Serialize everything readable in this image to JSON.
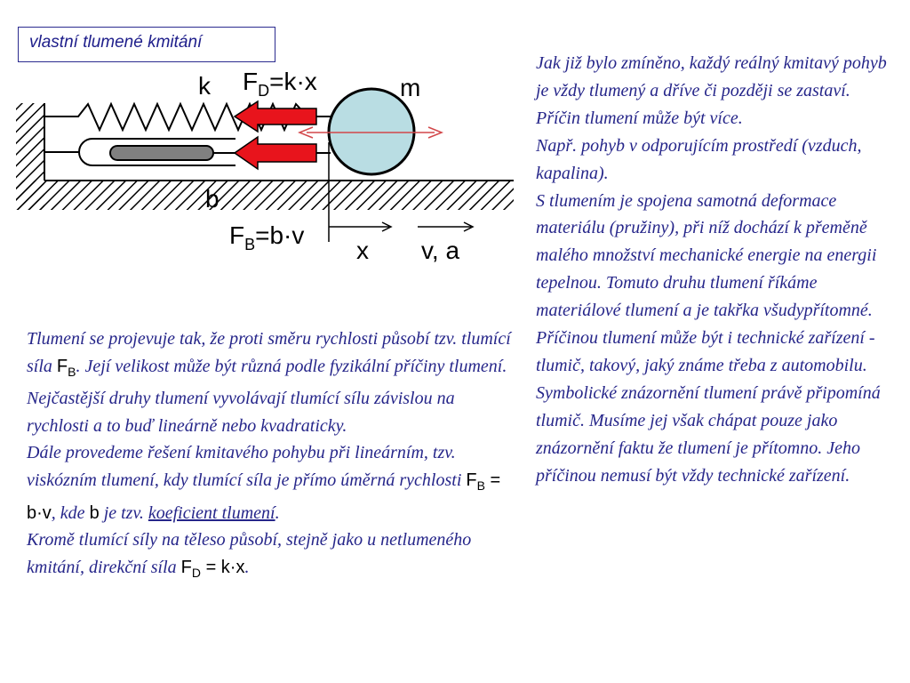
{
  "slide": {
    "title": "vlastní tlumené kmitání"
  },
  "diagram": {
    "label_k": "k",
    "label_m": "m",
    "label_b": "b",
    "label_x": "x",
    "label_va": "v, a",
    "fd_main": "F",
    "fd_sub": "D",
    "fd_rest": "=k·x",
    "fb_main": "F",
    "fb_sub": "B",
    "fb_rest": "=b·v",
    "colors": {
      "mass_fill": "#b9dde3",
      "arrow_red": "#e8141c",
      "motion_arrow": "#d2474a",
      "damper_rod": "#808080"
    }
  },
  "left_text": {
    "p1_a": "Tlumení se projevuje tak, že proti směru rychlosti působí tzv. tlumící síla ",
    "p1_f": "F",
    "p1_fsub": "B",
    "p1_b": ". Její velikost může být různá podle fyzikální příčiny tlumení. Nejčastější druhy tlumení vyvolávají tlumící sílu závislou na rychlosti a to buď lineárně nebo kvadraticky.",
    "p2_a": "Dále provedeme řešení kmitavého pohybu při lineárním, tzv. viskózním tlumení, kdy tlumící síla je přímo úměrná rychlosti ",
    "p2_f": "F",
    "p2_fsub": "B",
    "p2_f_rest": " = b·v",
    "p2_b": ", kde ",
    "p2_bsym": "b",
    "p2_c": " je tzv. ",
    "p2_link": "koeficient tlumení",
    "p2_d": ".",
    "p3_a": "Kromě tlumící síly na těleso působí, stejně jako u netlumeného kmitání, direkční síla ",
    "p3_f": "F",
    "p3_fsub": "D",
    "p3_f_rest": " = k·x",
    "p3_b": "."
  },
  "right_text": {
    "p1": "Jak již bylo zmíněno, každý reálný kmitavý pohyb je vždy tlumený a dříve či později se zastaví. Příčin tlumení může být více.",
    "p2": "Např. pohyb v odporujícím prostředí (vzduch, kapalina).",
    "p3": "S tlumením je spojena samotná deformace materiálu (pružiny), při níž dochází k přeměně malého množství mechanické energie na energii tepelnou. Tomuto druhu tlumení říkáme materiálové tlumení a je takřka všudypřítomné.",
    "p4": "Příčinou tlumení může být i technické zařízení - tlumič, takový, jaký známe třeba z automobilu.",
    "p5": "Symbolické znázornění tlumení právě připomíná tlumič. Musíme jej však chápat pouze jako znázornění faktu že tlumení je přítomno. Jeho příčinou nemusí být vždy technické zařízení."
  }
}
